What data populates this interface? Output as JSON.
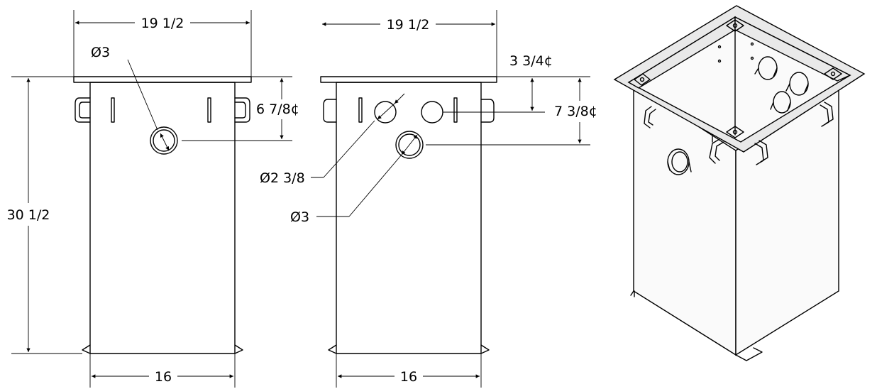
{
  "front_view": {
    "top_width": "19 1/2",
    "height": "30 1/2",
    "hole_diameter": "Ø3",
    "hole_offset": "6 7/8¢",
    "bottom_width": "16"
  },
  "side_view": {
    "top_width": "19 1/2",
    "small_hole_offset": "3 3/4¢",
    "large_hole_offset": "7 3/8¢",
    "small_hole_diameter": "Ø2 3/8",
    "large_hole_diameter": "Ø3",
    "bottom_width": "16"
  }
}
